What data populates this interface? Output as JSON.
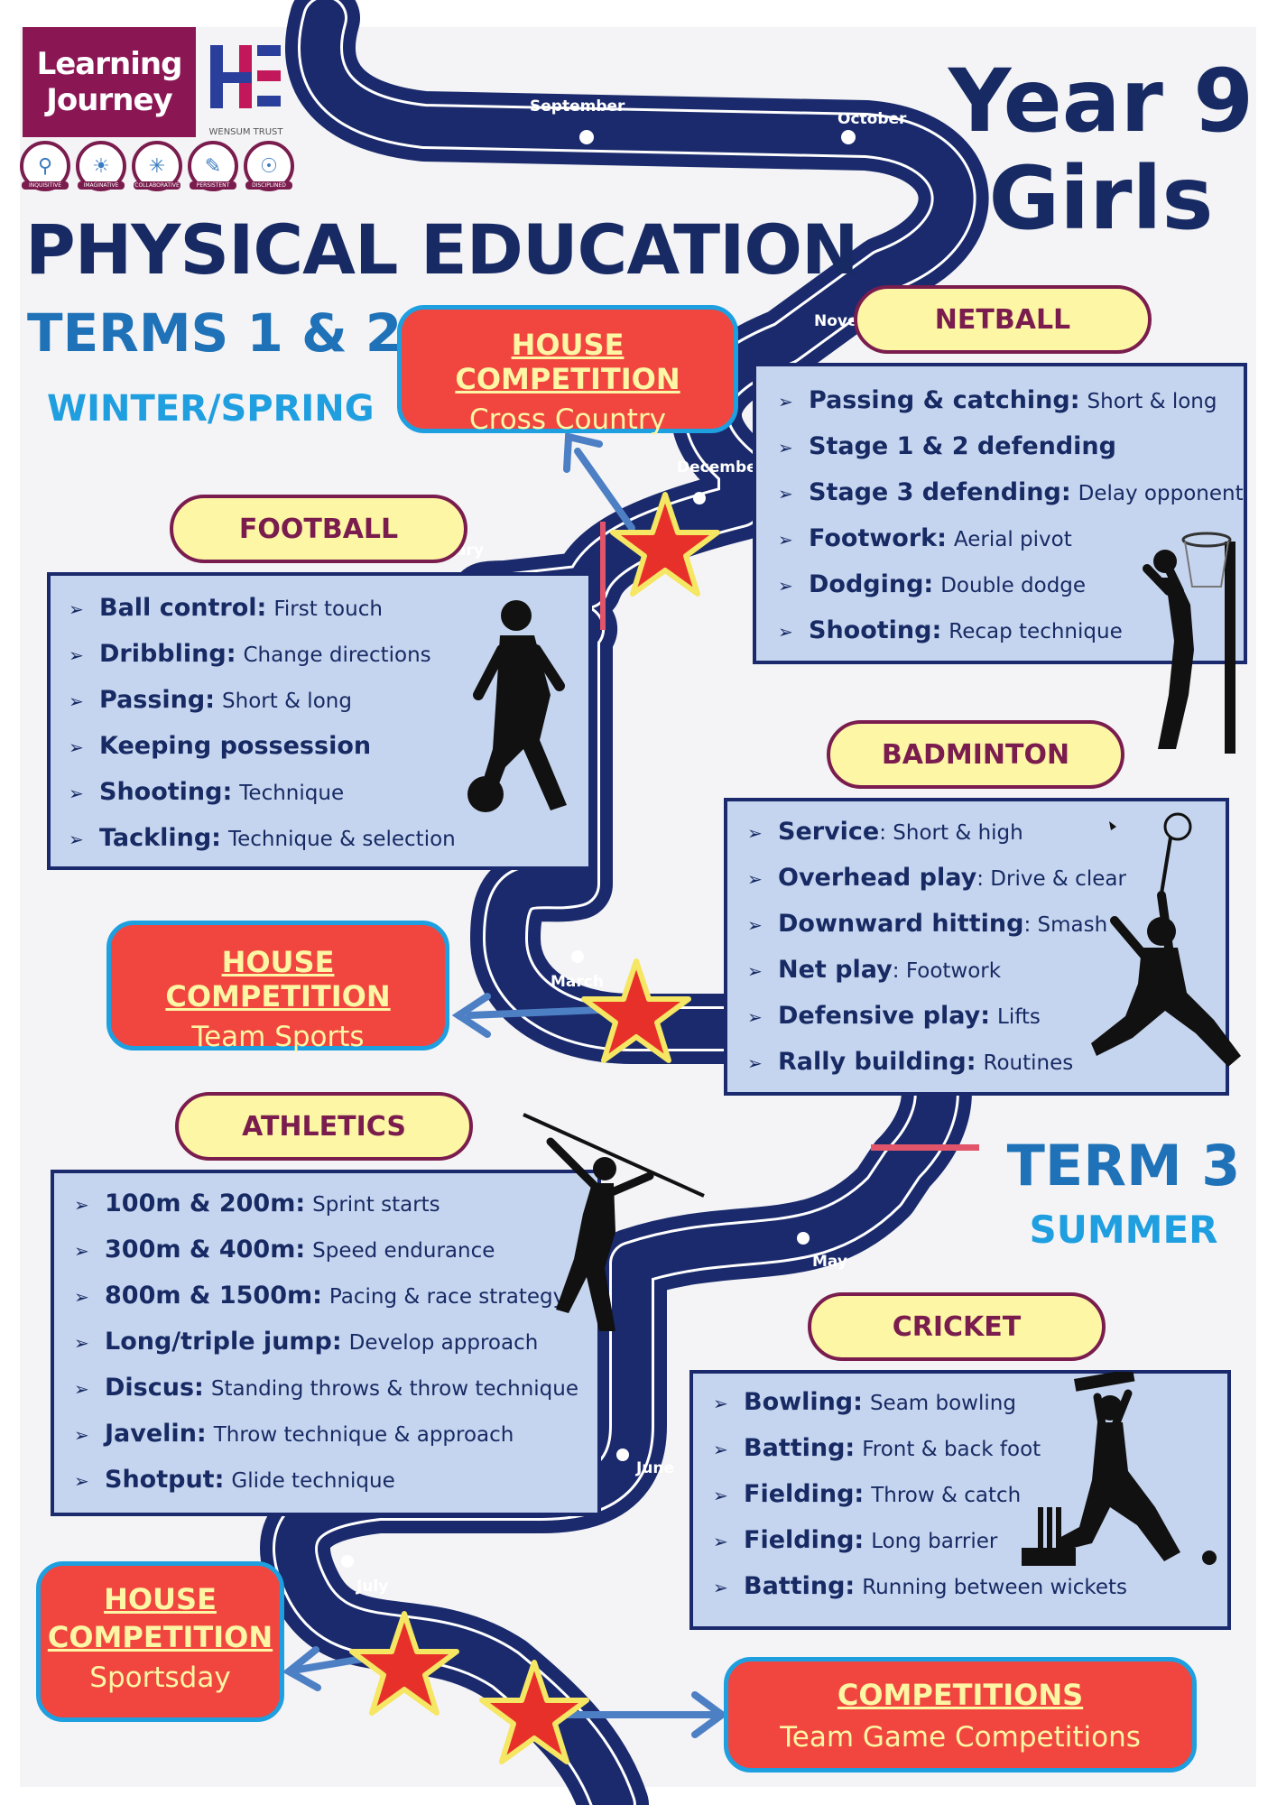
{
  "header": {
    "logo_line1": "Learning",
    "logo_line2": "Journey",
    "trust_name": "WENSUM TRUST",
    "values": [
      {
        "label": "INQUISITIVE",
        "icon": "magnifier-icon"
      },
      {
        "label": "IMAGINATIVE",
        "icon": "lightbulb-icon"
      },
      {
        "label": "COLLABORATIVE",
        "icon": "people-icon"
      },
      {
        "label": "PERSISTENT",
        "icon": "puzzle-icon"
      },
      {
        "label": "DISCIPLINED",
        "icon": "brain-icon"
      }
    ],
    "title": "PHYSICAL EDUCATION",
    "terms_1_2": "TERMS 1 & 2",
    "season_1": "WINTER/SPRING",
    "year_line1": "Year 9",
    "year_line2": "Girls",
    "term_3": "TERM 3",
    "season_2": "SUMMER"
  },
  "months": {
    "september": "September",
    "october": "October",
    "november": "Nove",
    "december": "December",
    "january": "ary",
    "march": "March",
    "may": "May",
    "june": "June",
    "july": "July"
  },
  "house_competitions": {
    "cross_country": {
      "title": "HOUSE COMPETITION",
      "subtitle": "Cross Country"
    },
    "team_sports": {
      "title": "HOUSE COMPETITION",
      "subtitle": "Team Sports"
    },
    "sportsday": {
      "title_line1": "HOUSE",
      "title_line2": "COMPETITION",
      "subtitle": "Sportsday"
    },
    "competitions": {
      "title": "COMPETITIONS",
      "subtitle": "Team Game Competitions"
    }
  },
  "netball": {
    "heading": "NETBALL",
    "items": [
      {
        "skill": "Passing & catching:",
        "detail": "Short & long"
      },
      {
        "skill": "Stage 1 & 2 defending",
        "detail": ""
      },
      {
        "skill": "Stage 3 defending:",
        "detail": "Delay opponent"
      },
      {
        "skill": "Footwork:",
        "detail": "Aerial pivot"
      },
      {
        "skill": "Dodging:",
        "detail": "Double dodge"
      },
      {
        "skill": "Shooting:",
        "detail": " Recap technique"
      }
    ]
  },
  "football": {
    "heading": "FOOTBALL",
    "items": [
      {
        "skill": "Ball control:",
        "detail": "First touch"
      },
      {
        "skill": "Dribbling:",
        "detail": "Change directions"
      },
      {
        "skill": "Passing:",
        "detail": "Short & long"
      },
      {
        "skill": "Keeping possession",
        "detail": ""
      },
      {
        "skill": "Shooting:",
        "detail": "Technique"
      },
      {
        "skill": "Tackling:",
        "detail": "Technique & selection"
      }
    ]
  },
  "badminton": {
    "heading": "BADMINTON",
    "items": [
      {
        "skill": "Service",
        "detail": ": Short & high"
      },
      {
        "skill": "Overhead play",
        "detail": ": Drive & clear"
      },
      {
        "skill": "Downward hitting",
        "detail": ": Smash"
      },
      {
        "skill": "Net play",
        "detail": ": Footwork"
      },
      {
        "skill": "Defensive play:",
        "detail": "Lifts"
      },
      {
        "skill": "Rally building:",
        "detail": "Routines"
      }
    ]
  },
  "athletics": {
    "heading": "ATHLETICS",
    "items": [
      {
        "skill": "100m & 200m:",
        "detail": "Sprint starts"
      },
      {
        "skill": "300m & 400m:",
        "detail": "Speed endurance"
      },
      {
        "skill": "800m & 1500m:",
        "detail": "Pacing & race strategy"
      },
      {
        "skill": "Long/triple jump:",
        "detail": "Develop approach"
      },
      {
        "skill": "Discus:",
        "detail": "Standing throws & throw technique"
      },
      {
        "skill": "Javelin:",
        "detail": "Throw technique & approach"
      },
      {
        "skill": "Shotput:",
        "detail": "Glide technique"
      }
    ]
  },
  "cricket": {
    "heading": "CRICKET",
    "items": [
      {
        "skill": "Bowling:",
        "detail": "Seam bowling"
      },
      {
        "skill": "Batting:",
        "detail": "Front & back foot"
      },
      {
        "skill": "Fielding:",
        "detail": "Throw & catch"
      },
      {
        "skill": "Fielding:",
        "detail": "Long barrier"
      },
      {
        "skill": "Batting:",
        "detail": "Running between wickets"
      }
    ]
  },
  "colors": {
    "road": "#1a2a6c",
    "panel": "#c6d5ef",
    "pill": "#fdf6a5",
    "maroon": "#7a1d4e",
    "house_red": "#f0463f",
    "house_border": "#1e9fe0",
    "star_fill": "#e8302a",
    "star_stroke": "#f5e663"
  }
}
